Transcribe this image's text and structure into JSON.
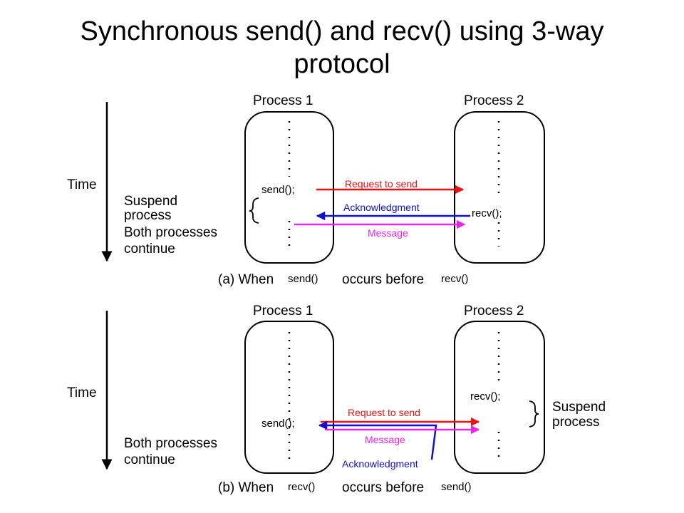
{
  "title": {
    "line1": "Synchronous send() and recv() using 3-way",
    "line2": "protocol"
  },
  "colors": {
    "request": "#ee1111",
    "ack": "#1111cc",
    "message": "#ee22ee",
    "ink": "#000000"
  },
  "panel_a": {
    "process1_label": "Process 1",
    "process2_label": "Process 2",
    "time_label": "Time",
    "send_call": "send();",
    "recv_call": "recv();",
    "request_label": "Request to send",
    "ack_label": "Acknowledgment",
    "message_label": "Message",
    "suspend_line1": "Suspend",
    "suspend_line2": "process",
    "continue_line1": "Both processes",
    "continue_line2": "continue",
    "caption_prefix": "(a) When",
    "caption_first_call": "send()",
    "caption_middle": "occurs before",
    "caption_second_call": "recv()"
  },
  "panel_b": {
    "process1_label": "Process 1",
    "process2_label": "Process 2",
    "time_label": "Time",
    "send_call": "send();",
    "recv_call": "recv();",
    "request_label": "Request to send",
    "ack_label": "Acknowledgment",
    "message_label": "Message",
    "suspend_line1": "Suspend",
    "suspend_line2": "process",
    "continue_line1": "Both processes",
    "continue_line2": "continue",
    "caption_prefix": "(b) When",
    "caption_first_call": "recv()",
    "caption_middle": "occurs before",
    "caption_second_call": "send()"
  }
}
